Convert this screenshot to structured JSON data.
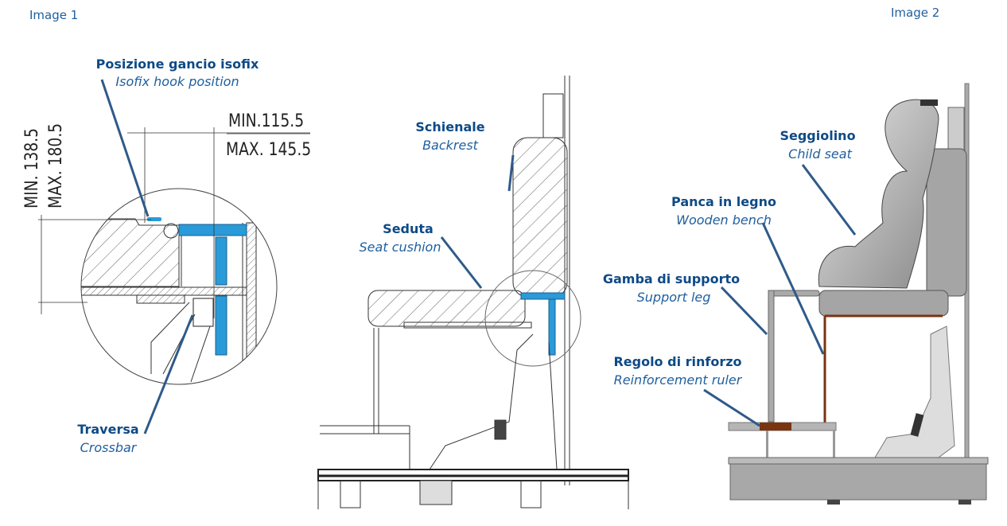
{
  "image1": {
    "title": "Image 1",
    "labels": {
      "isofix": {
        "it": "Posizione gancio isofix",
        "en": "Isofix hook position"
      },
      "backrest": {
        "it": "Schienale",
        "en": "Backrest"
      },
      "seat": {
        "it": "Seduta",
        "en": "Seat cushion"
      },
      "crossbar": {
        "it": "Traversa",
        "en": "Crossbar"
      }
    },
    "dimensions": {
      "horizontal_min": "MIN.115.5",
      "horizontal_max": "MAX. 145.5",
      "vertical_min": "MIN. 138.5",
      "vertical_max": "MAX. 180.5"
    }
  },
  "image2": {
    "title": "Image 2",
    "labels": {
      "child_seat": {
        "it": "Seggiolino",
        "en": "Child seat"
      },
      "bench": {
        "it": "Panca in legno",
        "en": "Wooden bench"
      },
      "support_leg": {
        "it": "Gamba di supporto",
        "en": "Support leg"
      },
      "ruler": {
        "it": "Regolo di rinforzo",
        "en": "Reinforcement ruler"
      }
    }
  },
  "colors": {
    "label": "#0e4a86",
    "leader": "#2f5a8a",
    "highlight_blue": "#2a9ad8",
    "wood": "#7a3410",
    "gray": "#9a9a9a"
  }
}
